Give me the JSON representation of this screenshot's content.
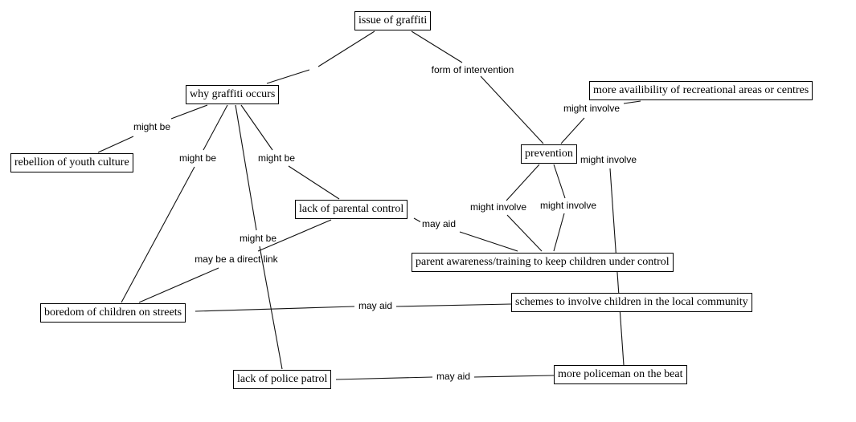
{
  "diagram": {
    "type": "concept-map",
    "nodes": [
      {
        "id": "issue",
        "text": "issue of graffiti"
      },
      {
        "id": "why",
        "text": "why graffiti occurs"
      },
      {
        "id": "rebellion",
        "text": "rebellion of youth culture"
      },
      {
        "id": "parental",
        "text": "lack of parental control"
      },
      {
        "id": "prevention",
        "text": "prevention"
      },
      {
        "id": "recreational",
        "text": "more availibility of recreational areas or centres"
      },
      {
        "id": "parent_awareness",
        "text": "parent awareness/training to keep children under control"
      },
      {
        "id": "schemes",
        "text": "schemes to involve children in the local community"
      },
      {
        "id": "boredom",
        "text": "boredom of children on streets"
      },
      {
        "id": "police_patrol",
        "text": "lack of police patrol"
      },
      {
        "id": "policeman",
        "text": "more policeman on the beat"
      }
    ],
    "links": [
      {
        "id": "l_issue_why",
        "text": "",
        "from": "issue",
        "to": "why"
      },
      {
        "id": "l_form",
        "text": "form of intervention",
        "from": "issue",
        "to": "prevention"
      },
      {
        "id": "l_rebellion",
        "text": "might be",
        "from": "why",
        "to": "rebellion"
      },
      {
        "id": "l_boredom",
        "text": "might be",
        "from": "why",
        "to": "boredom"
      },
      {
        "id": "l_parental",
        "text": "might be",
        "from": "why",
        "to": "parental"
      },
      {
        "id": "l_patrol",
        "text": "might be",
        "from": "why",
        "to": "police_patrol"
      },
      {
        "id": "l_direct",
        "text": "may be a direct link",
        "from": "parental",
        "to": "boredom"
      },
      {
        "id": "l_parental_aid",
        "text": "may aid",
        "from": "parental",
        "to": "parent_awareness"
      },
      {
        "id": "l_recreational",
        "text": "might involve",
        "from": "prevention",
        "to": "recreational"
      },
      {
        "id": "l_prev_right",
        "text": "might involve",
        "from": "prevention",
        "to": "policeman"
      },
      {
        "id": "l_prev_left",
        "text": "might involve",
        "from": "prevention",
        "to": "parent_awareness"
      },
      {
        "id": "l_prev_mid",
        "text": "might involve",
        "from": "prevention",
        "to": "parent_awareness"
      },
      {
        "id": "l_boredom_aid",
        "text": "may aid",
        "from": "boredom",
        "to": "schemes"
      },
      {
        "id": "l_patrol_aid",
        "text": "may aid",
        "from": "police_patrol",
        "to": "policeman"
      }
    ]
  }
}
